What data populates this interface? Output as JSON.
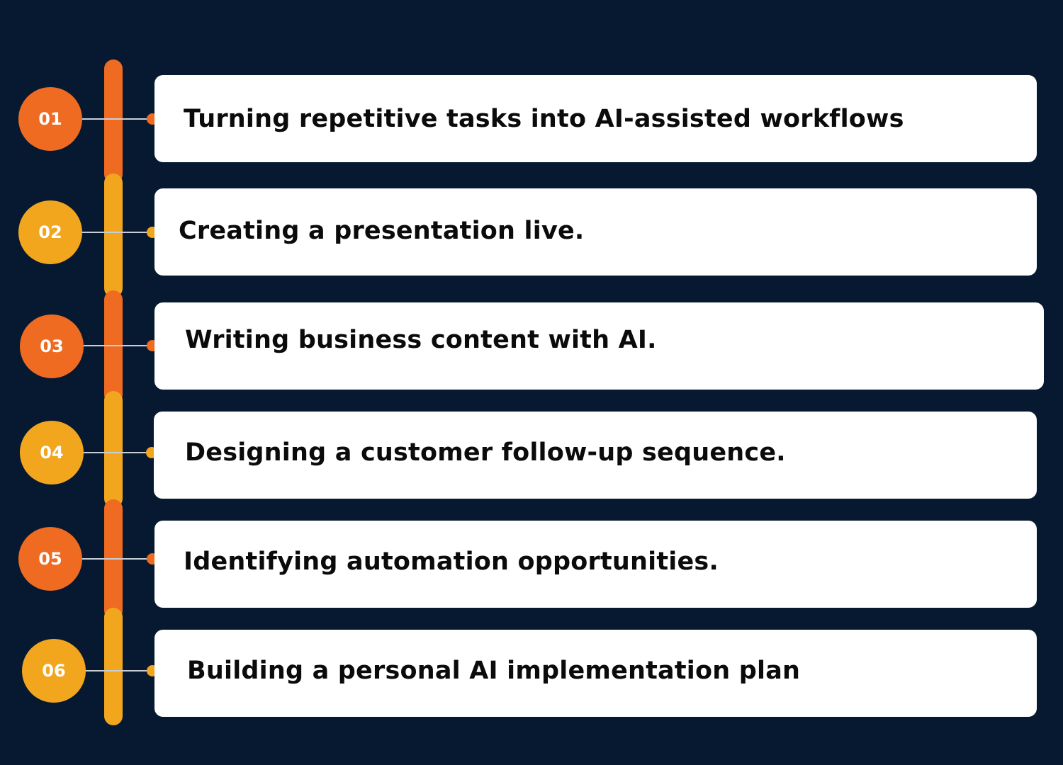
{
  "colors": {
    "background": "#071931",
    "orange": "#EE6B21",
    "yellow": "#F2A61E",
    "card": "#FFFFFF",
    "text": "#0B0B0B",
    "connector": "#C9CED6"
  },
  "steps": [
    {
      "number": "01",
      "text": "Turning repetitive tasks into AI-assisted workflows",
      "color": "orange"
    },
    {
      "number": "02",
      "text": "Creating a presentation live.",
      "color": "yellow"
    },
    {
      "number": "03",
      "text": "Writing business content with AI.",
      "color": "orange"
    },
    {
      "number": "04",
      "text": "Designing a customer follow-up sequence.",
      "color": "yellow"
    },
    {
      "number": "05",
      "text": "Identifying automation opportunities.",
      "color": "orange"
    },
    {
      "number": "06",
      "text": "Building a personal AI implementation plan",
      "color": "yellow"
    }
  ]
}
